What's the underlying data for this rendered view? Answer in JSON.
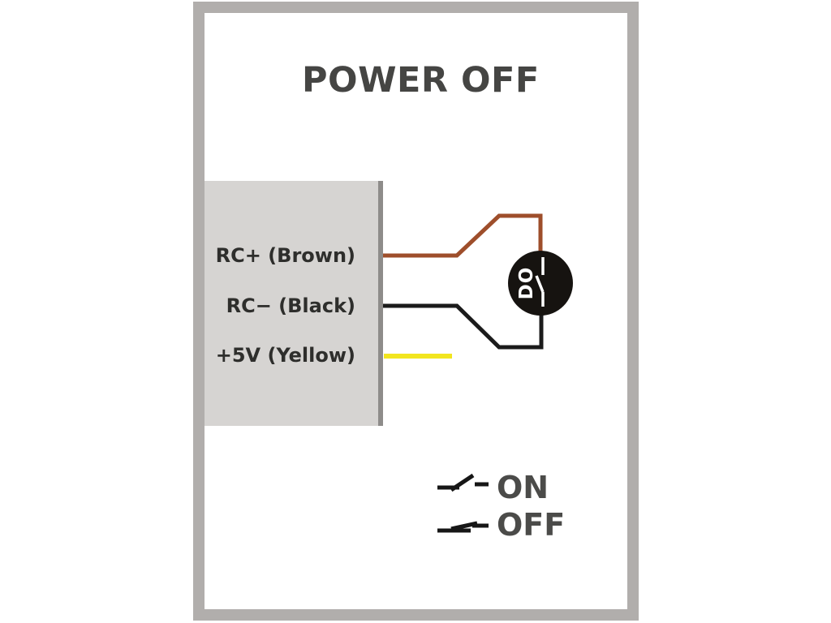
{
  "diagram": {
    "title": "POWER OFF",
    "device": {
      "connectors": [
        {
          "label": "RC+ (Brown)",
          "wire": "brown"
        },
        {
          "label": "RC− (Black)",
          "wire": "black"
        },
        {
          "label": "+5V (Yellow)",
          "wire": "yellow"
        }
      ]
    },
    "switch_node": {
      "label": "DO",
      "state": "open"
    },
    "legend": {
      "items": [
        {
          "label": "ON",
          "symbol": "switch-open"
        },
        {
          "label": "OFF",
          "symbol": "switch-closed"
        }
      ]
    },
    "colors": {
      "frame": "#B1AEAC",
      "device_box": "#D6D4D2",
      "device_box_edge": "#8E8C8A",
      "brown_wire": "#9E4E2B",
      "black_wire": "#1B1B1B",
      "yellow_wire": "#F2E51F",
      "switch_node_fill": "#161310",
      "switch_stroke": "#FFFFFF",
      "legend_symbol": "#161616",
      "title_text": "#454543",
      "label_text": "#2E2E2C",
      "legend_text": "#4B4B49"
    }
  }
}
